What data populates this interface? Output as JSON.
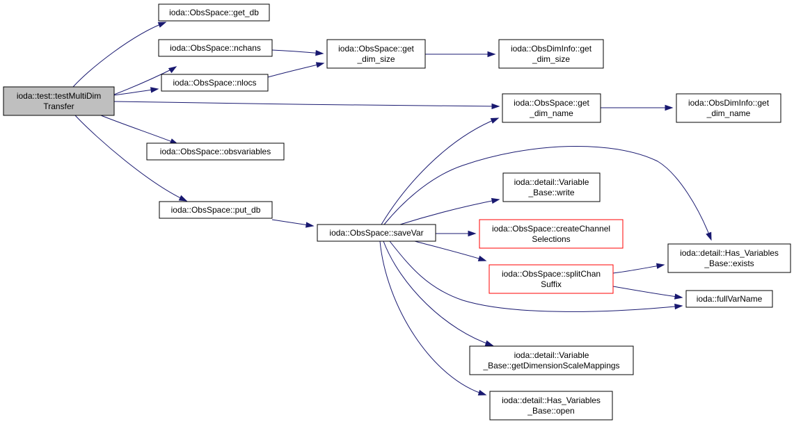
{
  "graph": {
    "edge_color": "#191970",
    "missing_body_color": "#ff0000",
    "root_fill": "#bfbfbf",
    "nodes": [
      {
        "id": "root",
        "lines": [
          "ioda::test::testMultiDim",
          "Transfer"
        ],
        "style": "root"
      },
      {
        "id": "get_db",
        "lines": [
          "ioda::ObsSpace::get_db"
        ]
      },
      {
        "id": "nchans",
        "lines": [
          "ioda::ObsSpace::nchans"
        ]
      },
      {
        "id": "nlocs",
        "lines": [
          "ioda::ObsSpace::nlocs"
        ]
      },
      {
        "id": "get_dim_size",
        "lines": [
          "ioda::ObsSpace::get",
          "_dim_size"
        ]
      },
      {
        "id": "dimsize_info",
        "lines": [
          "ioda::ObsDimInfo::get",
          "_dim_size"
        ]
      },
      {
        "id": "get_dim_name",
        "lines": [
          "ioda::ObsSpace::get",
          "_dim_name"
        ]
      },
      {
        "id": "dimname_info",
        "lines": [
          "ioda::ObsDimInfo::get",
          "_dim_name"
        ]
      },
      {
        "id": "obsvariables",
        "lines": [
          "ioda::ObsSpace::obsvariables"
        ]
      },
      {
        "id": "put_db",
        "lines": [
          "ioda::ObsSpace::put_db"
        ]
      },
      {
        "id": "saveVar",
        "lines": [
          "ioda::ObsSpace::saveVar"
        ]
      },
      {
        "id": "write",
        "lines": [
          "ioda::detail::Variable",
          "_Base::write"
        ]
      },
      {
        "id": "createChannel",
        "lines": [
          "ioda::ObsSpace::createChannel",
          "Selections"
        ],
        "style": "red"
      },
      {
        "id": "splitChan",
        "lines": [
          "ioda::ObsSpace::splitChan",
          "Suffix"
        ],
        "style": "red"
      },
      {
        "id": "exists",
        "lines": [
          "ioda::detail::Has_Variables",
          "_Base::exists"
        ]
      },
      {
        "id": "fullVarName",
        "lines": [
          "ioda::fullVarName"
        ]
      },
      {
        "id": "getDimScale",
        "lines": [
          "ioda::detail::Variable",
          "_Base::getDimensionScaleMappings"
        ]
      },
      {
        "id": "open",
        "lines": [
          "ioda::detail::Has_Variables",
          "_Base::open"
        ]
      }
    ],
    "edges": [
      {
        "from": "root",
        "to": "get_db"
      },
      {
        "from": "root",
        "to": "nchans"
      },
      {
        "from": "root",
        "to": "nlocs"
      },
      {
        "from": "root",
        "to": "get_dim_name"
      },
      {
        "from": "root",
        "to": "obsvariables"
      },
      {
        "from": "root",
        "to": "put_db"
      },
      {
        "from": "nchans",
        "to": "get_dim_size"
      },
      {
        "from": "nlocs",
        "to": "get_dim_size"
      },
      {
        "from": "get_dim_size",
        "to": "dimsize_info"
      },
      {
        "from": "get_dim_name",
        "to": "dimname_info"
      },
      {
        "from": "put_db",
        "to": "saveVar"
      },
      {
        "from": "saveVar",
        "to": "get_dim_name"
      },
      {
        "from": "saveVar",
        "to": "exists"
      },
      {
        "from": "saveVar",
        "to": "write"
      },
      {
        "from": "saveVar",
        "to": "createChannel"
      },
      {
        "from": "saveVar",
        "to": "splitChan"
      },
      {
        "from": "saveVar",
        "to": "fullVarName"
      },
      {
        "from": "saveVar",
        "to": "getDimScale"
      },
      {
        "from": "saveVar",
        "to": "open"
      },
      {
        "from": "splitChan",
        "to": "exists"
      },
      {
        "from": "splitChan",
        "to": "fullVarName"
      }
    ]
  }
}
